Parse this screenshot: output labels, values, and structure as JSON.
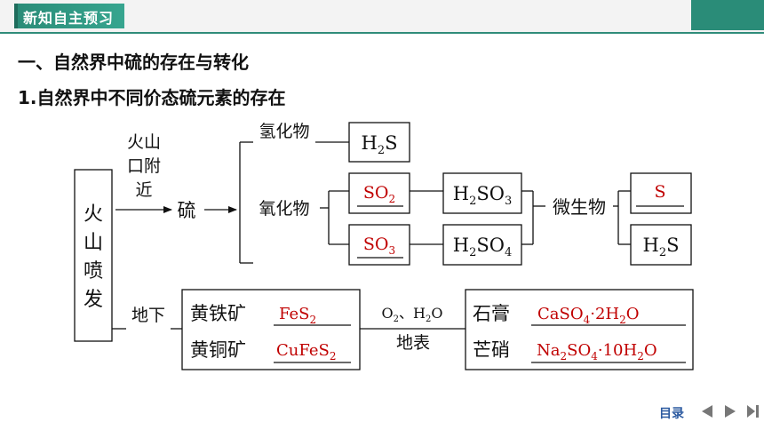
{
  "header": {
    "section_label": "新知自主预习"
  },
  "headings": {
    "h1": "一、自然界中硫的存在与转化",
    "h2": "1.自然界中不同价态硫元素的存在"
  },
  "diagram": {
    "volcano": [
      "火",
      "山",
      "喷",
      "发"
    ],
    "near_volcano": [
      "火山",
      "口附",
      "近"
    ],
    "sulfur": "硫",
    "hydride": "氢化物",
    "oxide": "氧化物",
    "h2s": {
      "base": "H",
      "sub": "2",
      "rest": "S"
    },
    "so2": {
      "base": "SO",
      "sub": "2"
    },
    "so3": {
      "base": "SO",
      "sub": "3"
    },
    "h2so3": {
      "base": "H",
      "sub1": "2",
      "mid": "SO",
      "sub2": "3"
    },
    "h2so4": {
      "base": "H",
      "sub1": "2",
      "mid": "SO",
      "sub2": "4"
    },
    "microbe": "微生物",
    "s": "S",
    "h2s_2": {
      "base": "H",
      "sub": "2",
      "rest": "S"
    },
    "underground": "地下",
    "pyrite": "黄铁矿",
    "chalcopyrite": "黄铜矿",
    "fes2": {
      "base": "FeS",
      "sub": "2"
    },
    "cufes2": {
      "base": "CuFeS",
      "sub": "2"
    },
    "o2_h2o": {
      "a": "O",
      "asub": "2",
      "sep": "、H",
      "bsub": "2",
      "b": "O"
    },
    "surface": "地表",
    "gypsum": "石膏",
    "mirabilite": "芒硝",
    "caso4": {
      "a": "CaSO",
      "asub": "4",
      "b": "·2H",
      "bsub": "2",
      "c": "O"
    },
    "na2so4": {
      "a": "Na",
      "asub": "2",
      "b": "SO",
      "bsub": "4",
      "c": "·10H",
      "csub": "2",
      "d": "O"
    }
  },
  "nav": {
    "contents_label": "目录"
  },
  "colors": {
    "answer": "#c00000",
    "accent": "#2a8c78",
    "nav": "#2c5aa0"
  }
}
